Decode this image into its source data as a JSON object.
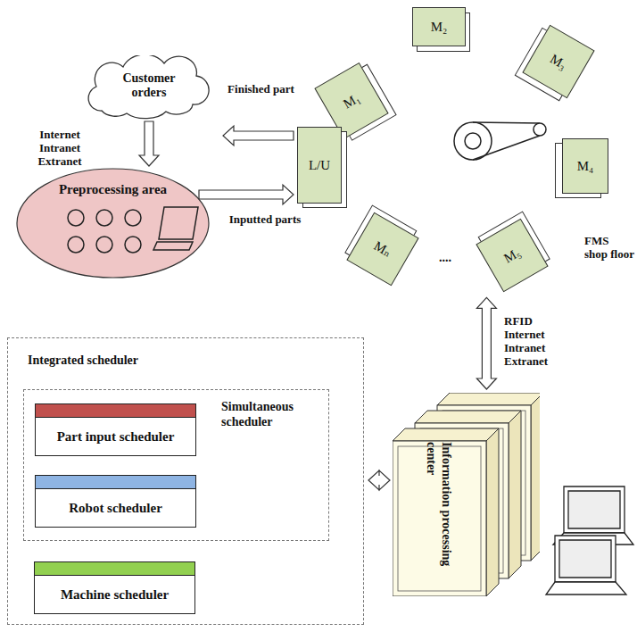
{
  "diagram": {
    "nodes": [
      {
        "text": [
          "Customer orders"
        ]
      },
      {
        "text": [
          "Preprocessing area"
        ]
      },
      {
        "text": [
          "M₂"
        ]
      },
      {
        "text": [
          "M₁"
        ]
      },
      {
        "text": [
          "M₃"
        ]
      },
      {
        "text": [
          "L/U"
        ]
      },
      {
        "text": [
          "M₄"
        ]
      },
      {
        "text": [
          "Mₙ"
        ]
      },
      {
        "text": [
          "M₅"
        ]
      },
      {
        "text": [
          "Integrated scheduler"
        ]
      },
      {
        "text": [
          "Simultaneous scheduler"
        ],
        "in": 9
      },
      {
        "text": [
          "Part input scheduler"
        ],
        "in": 10
      },
      {
        "text": [
          "Robot scheduler"
        ],
        "in": 10
      },
      {
        "text": [
          "Machine scheduler"
        ],
        "in": 9
      },
      {
        "text": [
          "Information processing center"
        ]
      }
    ],
    "edges": [
      {
        "from": 0,
        "to": 1,
        "arrow": "to",
        "label": "Internet Intranet Extranet"
      },
      {
        "from": 5,
        "to": 0,
        "arrow": "to",
        "label": "Finished part"
      },
      {
        "from": 1,
        "to": 5,
        "arrow": "to",
        "label": "Inputted parts"
      },
      {
        "from": 8,
        "to": 14,
        "arrow": "both",
        "label": "RFID Internet Intranet Extranet"
      },
      {
        "from": 9,
        "to": 14,
        "arrow": "both"
      }
    ],
    "labels": [
      "....",
      "FMS shop floor"
    ]
  }
}
